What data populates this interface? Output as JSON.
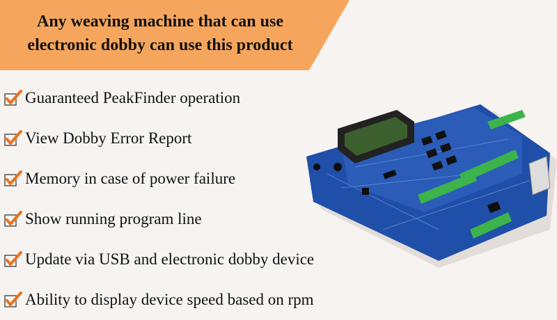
{
  "banner": {
    "line1": "Any weaving machine that can use",
    "line2": "electronic dobby can use this product",
    "color": "#f6a65c"
  },
  "features": [
    {
      "label": "Guaranteed PeakFinder operation",
      "icon": "checkbox-check-icon"
    },
    {
      "label": "View Dobby Error Report",
      "icon": "checkbox-check-icon"
    },
    {
      "label": "Memory in case of power failure",
      "icon": "checkbox-check-icon"
    },
    {
      "label": "Show running program line",
      "icon": "checkbox-check-icon"
    },
    {
      "label": "Update via USB and electronic dobby device",
      "icon": "checkbox-check-icon"
    },
    {
      "label": "Ability to display device speed based on rpm",
      "icon": "checkbox-check-icon"
    }
  ],
  "colors": {
    "check": "#e8731f",
    "board": "#1f4fa8",
    "terminal": "#3cb44b"
  }
}
